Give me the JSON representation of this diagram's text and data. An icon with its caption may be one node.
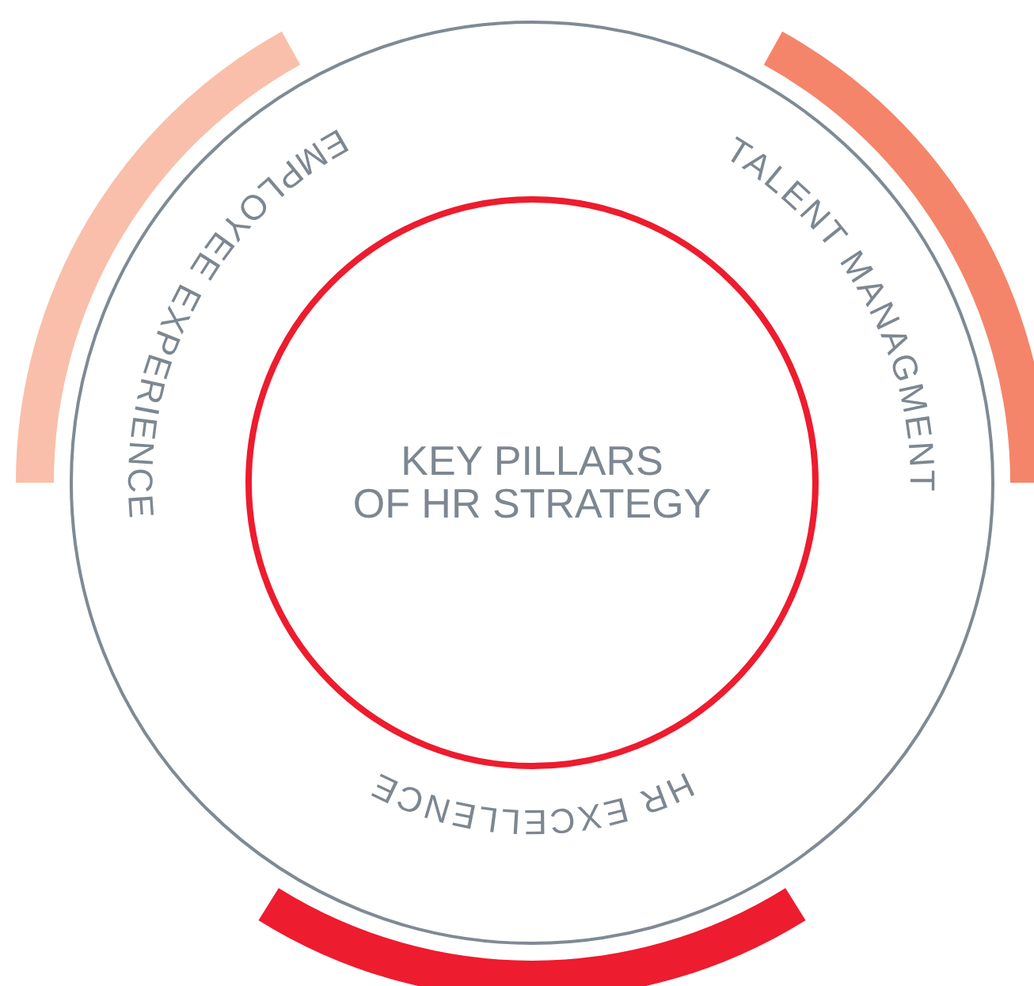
{
  "diagram": {
    "nodes": [
      {
        "text": [],
        "shape": "circle"
      },
      {
        "text": [
          "KEY PILLARS OF HR STRATEGY"
        ],
        "in": 0
      },
      {
        "text": [
          "EMPLOYEE EXPERIENCE"
        ],
        "in": 0
      },
      {
        "text": [
          "TALENT MANAGMENT"
        ],
        "in": 0
      },
      {
        "text": [
          "HR EXCELLENCE"
        ],
        "in": 0
      },
      {
        "text": [],
        "shape": "bar"
      },
      {
        "text": [],
        "shape": "bar"
      },
      {
        "text": [],
        "shape": "bar"
      }
    ]
  }
}
